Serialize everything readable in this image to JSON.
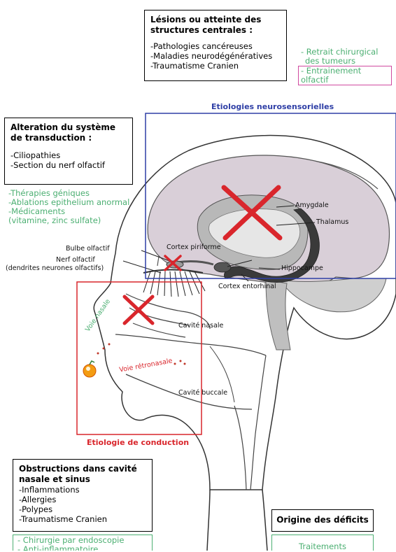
{
  "boxes": {
    "central": {
      "title": "Lésions ou atteinte des structures centrales :",
      "items": [
        "-Pathologies cancéreuses",
        "-Maladies neurodégénératives",
        "-Traumatisme Cranien"
      ]
    },
    "transduction": {
      "title": "Alteration du système de transduction :",
      "items": [
        "-Ciliopathies",
        "-Section du nerf olfactif"
      ]
    },
    "obstruction": {
      "title": "Obstructions dans cavité nasale et sinus",
      "items": [
        "-Inflammations",
        "-Allergies",
        "-Polypes",
        "-Traumatisme Cranien"
      ]
    },
    "legend_origin": "Origine des déficits",
    "legend_treatments": "Traitements"
  },
  "treatments": {
    "central": [
      "- Retrait chirurgical",
      "des tumeurs",
      "- Entrainement olfactif"
    ],
    "transduction": [
      "-Thérapies géniques",
      "-Ablations epithelium anormal",
      "-Médicaments",
      "(vitamine, zinc sulfate)"
    ],
    "obstruction": [
      "- Chirurgie par endoscopie",
      "- Anti-inflammatoire"
    ]
  },
  "regions": {
    "neurosensory": "Etiologies neurosensorielles",
    "conduction": "Etiologie de conduction"
  },
  "anatomy": {
    "amygdale": "Amygdale",
    "thalamus": "Thalamus",
    "bulbe": "Bulbe olfactif",
    "cortex_piriforme": "Cortex piriforme",
    "nerf": "Nerf olfactif",
    "nerf_sub": "(dendrites neurones olfactifs)",
    "hippocampe": "Hippocampe",
    "cortex_entorhinal": "Cortex entorhinal",
    "cavite_nasale": "Cavité nasale",
    "cavite_buccale": "Cavité buccale",
    "voie_nasale": "Voie nasale",
    "voie_retronasale": "Voie rétronasale"
  },
  "colors": {
    "green": "#4caf72",
    "blue": "#2f3fa6",
    "red": "#d9262c",
    "pink": "#d04aa0"
  }
}
